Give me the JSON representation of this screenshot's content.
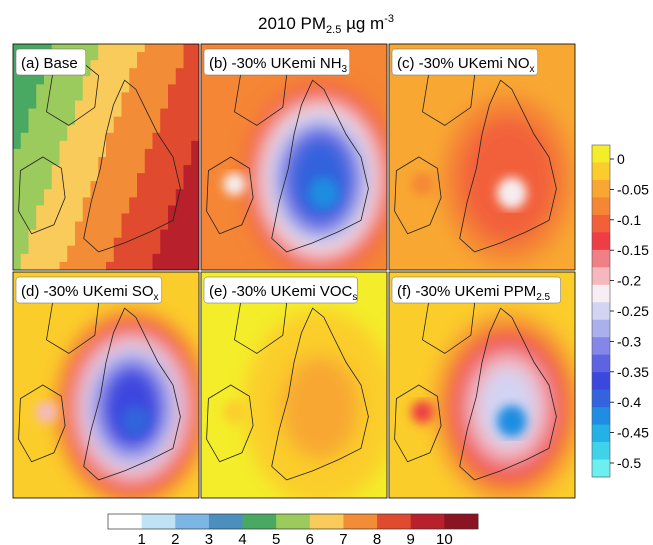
{
  "figure": {
    "title": {
      "main": "2010 PM",
      "sub": "2.5",
      "unit": " µg m",
      "sup": "-3"
    }
  },
  "chart_data": {
    "type": "heatmap",
    "panels": [
      {
        "label": "(a) Base",
        "label_main": "(a) Base",
        "label_sub": "",
        "scale": "absolute",
        "field": {
          "pattern": "gradient",
          "west": 4.3,
          "east": 9.6,
          "n_hotspot": 0,
          "hotspot": 0
        }
      },
      {
        "label": "(b) -30% UKemi NH3",
        "label_main": "(b) -30% UKemi NH",
        "label_sub": "3",
        "scale": "difference",
        "field": {
          "pattern": "blob",
          "background": -0.08,
          "peak": -0.38,
          "hotspot": -0.4
        }
      },
      {
        "label": "(c) -30% UKemi NOx",
        "label_main": "(c) -30% UKemi NO",
        "label_sub": "x",
        "scale": "difference",
        "field": {
          "pattern": "blob",
          "background": -0.06,
          "peak": -0.13,
          "hotspot": -0.22
        }
      },
      {
        "label": "(d) -30% UKemi SOx",
        "label_main": "(d) -30% UKemi SO",
        "label_sub": "x",
        "scale": "difference",
        "field": {
          "pattern": "blob",
          "background": -0.03,
          "peak": -0.36,
          "hotspot": -0.38
        }
      },
      {
        "label": "(e) -30% UKemi VOCs",
        "label_main": "(e) -30% UKemi VOC",
        "label_sub": "s",
        "scale": "difference",
        "field": {
          "pattern": "blob",
          "background": -0.02,
          "peak": -0.06,
          "hotspot": -0.07
        }
      },
      {
        "label": "(f) -30% UKemi PPM2.5",
        "label_main": "(f) -30% UKemi PPM",
        "label_sub": "2.5",
        "scale": "difference",
        "field": {
          "pattern": "blob",
          "background": -0.03,
          "peak": -0.24,
          "hotspot": -0.4
        }
      }
    ],
    "difference_colorbar": {
      "orientation": "vertical",
      "range": [
        -0.5,
        0
      ],
      "tick_labels": [
        "0",
        "-0.05",
        "-0.1",
        "-0.15",
        "-0.2",
        "-0.25",
        "-0.3",
        "-0.35",
        "-0.4",
        "-0.45",
        "-0.5"
      ],
      "colors": [
        "#f4ed2a",
        "#fbcd2b",
        "#f8a832",
        "#f58635",
        "#f2603a",
        "#ee3d45",
        "#f07f86",
        "#f5b9bd",
        "#f6eef2",
        "#d3d3f3",
        "#aab0ec",
        "#8486e8",
        "#5e63e2",
        "#3c47df",
        "#3164dd",
        "#1f8de1",
        "#23b1e6",
        "#3fd3ea",
        "#6cefef"
      ]
    },
    "absolute_colorbar": {
      "orientation": "horizontal",
      "range": [
        0,
        11
      ],
      "tick_labels": [
        "1",
        "2",
        "3",
        "4",
        "5",
        "6",
        "7",
        "8",
        "9",
        "10"
      ],
      "colors": [
        "#ffffff",
        "#bfe3f5",
        "#7db6e4",
        "#4c8fbf",
        "#49a862",
        "#9acb5c",
        "#f9cb5a",
        "#f28c36",
        "#e04a2e",
        "#b8202b",
        "#8a1422"
      ]
    }
  }
}
